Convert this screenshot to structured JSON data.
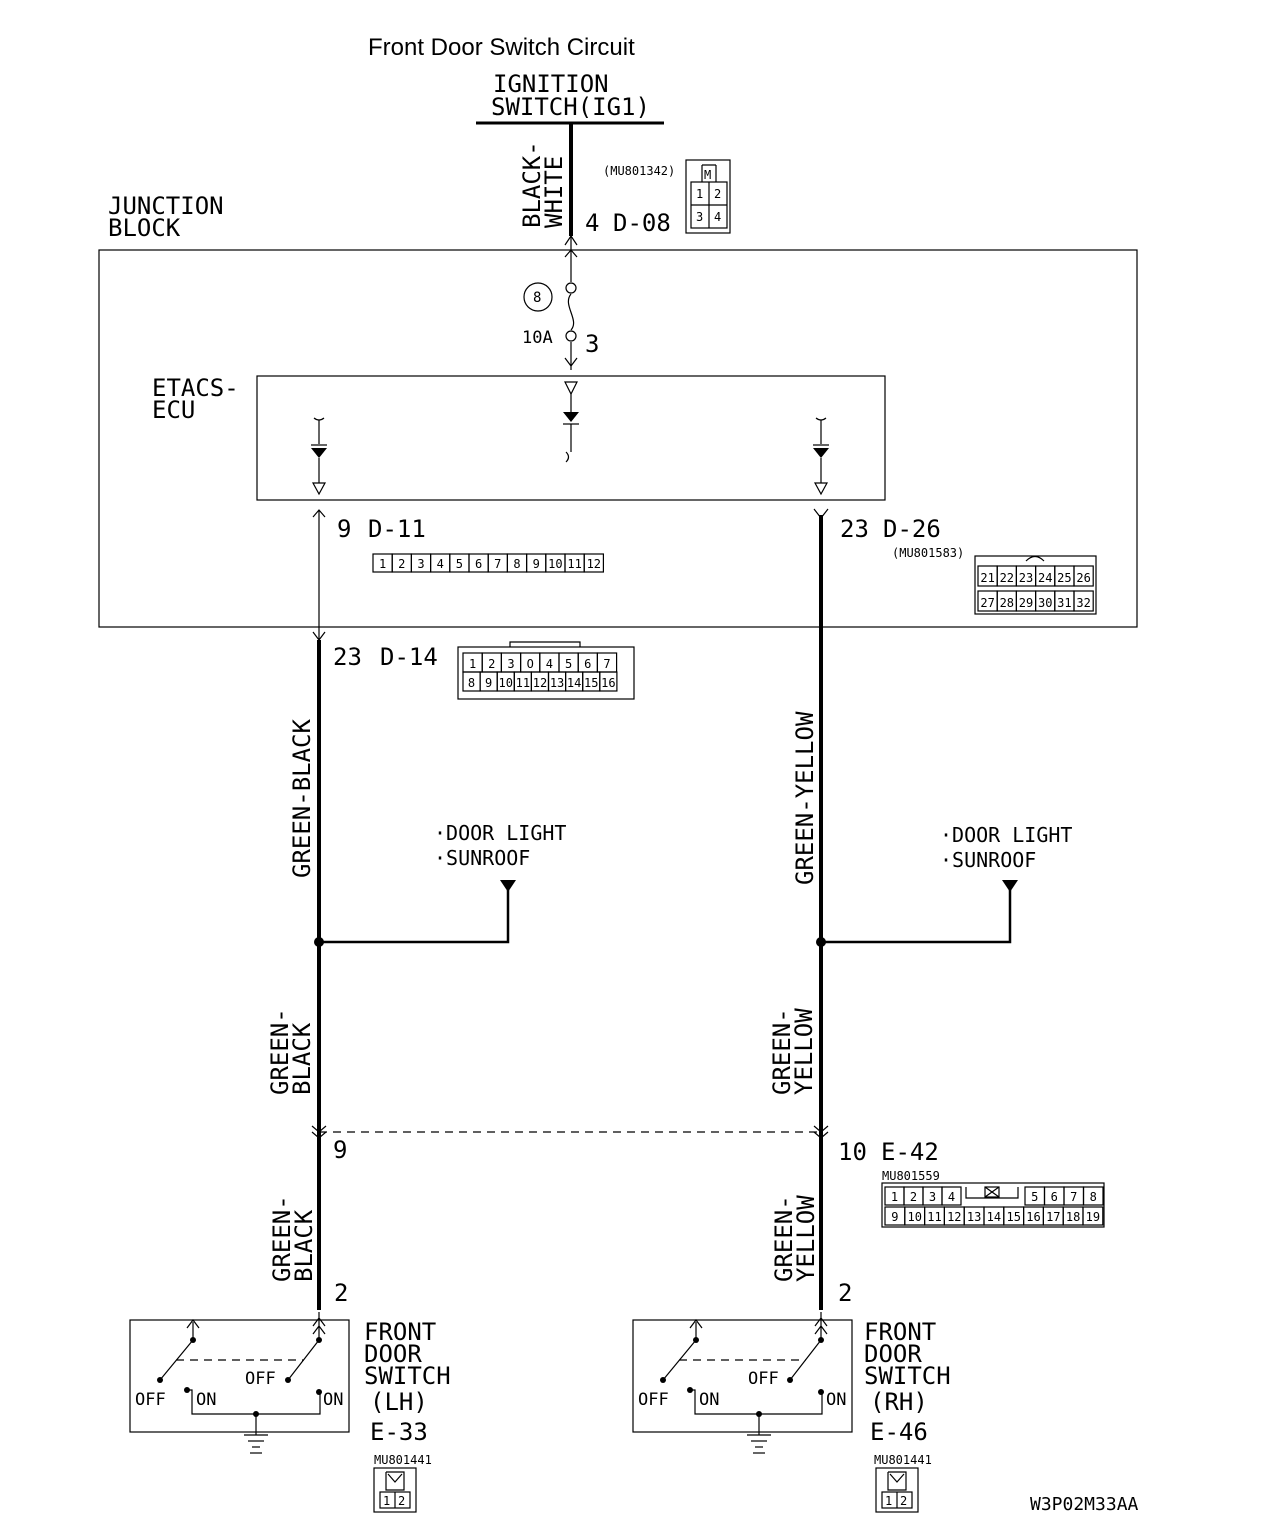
{
  "title": "Front Door Switch Circuit",
  "ignition": {
    "line1": "IGNITION",
    "line2": "SWITCH(IG1)",
    "wire": "BLACK-",
    "wire2": "WHITE",
    "pin": "4",
    "connector": "D-08",
    "part": "(MU801342)",
    "cells": [
      "1",
      "2",
      "3",
      "4"
    ]
  },
  "junction_block": {
    "line1": "JUNCTION",
    "line2": "BLOCK"
  },
  "fuse": {
    "number": "8",
    "rating": "10A",
    "pin": "3"
  },
  "ecu": {
    "line1": "ETACS-",
    "line2": "ECU"
  },
  "left_branch": {
    "pin_top": "9",
    "conn_top": "D-11",
    "d11_cells": [
      "1",
      "2",
      "3",
      "4",
      "5",
      "6",
      "7",
      "8",
      "9",
      "10",
      "11",
      "12"
    ],
    "pin_mid": "23",
    "conn_mid": "D-14",
    "d14_row1": [
      "1",
      "2",
      "3",
      "O",
      "4",
      "5",
      "6",
      "7"
    ],
    "d14_row2": [
      "8",
      "9",
      "10",
      "11",
      "12",
      "13",
      "14",
      "15",
      "16"
    ],
    "wire_upper": "GREEN-BLACK",
    "wire_mid1": "GREEN-",
    "wire_mid2": "BLACK",
    "feed1": "·DOOR LIGHT",
    "feed2": "·SUNROOF",
    "pin_joint": "9",
    "wire_low1": "GREEN-",
    "wire_low2": "BLACK",
    "pin_switch": "2"
  },
  "right_branch": {
    "pin_top": "23",
    "conn_top": "D-26",
    "part": "(MU801583)",
    "d26_row1": [
      "21",
      "22",
      "23",
      "24",
      "25",
      "26"
    ],
    "d26_row2": [
      "27",
      "28",
      "29",
      "30",
      "31",
      "32"
    ],
    "wire_upper": "GREEN-YELLOW",
    "wire_mid1": "GREEN-",
    "wire_mid2": "YELLOW",
    "feed1": "·DOOR LIGHT",
    "feed2": "·SUNROOF",
    "pin_joint": "10",
    "conn_joint": "E-42",
    "part_joint": "MU801559",
    "e42_row1": [
      "1",
      "2",
      "3",
      "4",
      "5",
      "6",
      "7",
      "8"
    ],
    "e42_row2": [
      "9",
      "10",
      "11",
      "12",
      "13",
      "14",
      "15",
      "16",
      "17",
      "18",
      "19"
    ],
    "wire_low1": "GREEN-",
    "wire_low2": "YELLOW",
    "pin_switch": "2"
  },
  "switch_lh": {
    "line1": "FRONT",
    "line2": "DOOR",
    "line3": "SWITCH",
    "line4": "(LH)",
    "connector": "E-33",
    "part": "MU801441",
    "off1": "OFF",
    "on1": "ON",
    "off2": "OFF",
    "on2": "ON",
    "cells": [
      "1",
      "2"
    ]
  },
  "switch_rh": {
    "line1": "FRONT",
    "line2": "DOOR",
    "line3": "SWITCH",
    "line4": "(RH)",
    "connector": "E-46",
    "part": "MU801441",
    "off1": "OFF",
    "on1": "ON",
    "off2": "OFF",
    "on2": "ON",
    "cells": [
      "1",
      "2"
    ]
  },
  "diagram_code": "W3P02M33AA"
}
